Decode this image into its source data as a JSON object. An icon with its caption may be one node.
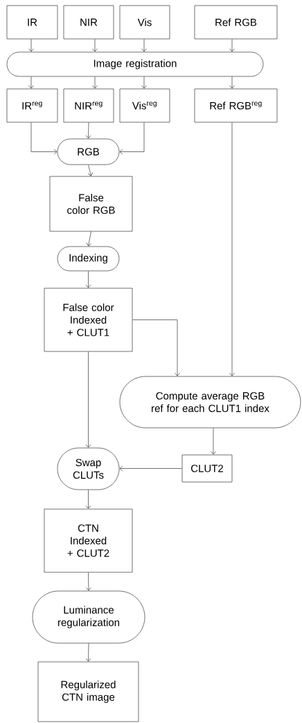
{
  "diagram": {
    "nodes": [
      {
        "text": [
          "IR"
        ]
      },
      {
        "text": [
          "NIR"
        ]
      },
      {
        "text": [
          "Vis"
        ]
      },
      {
        "text": [
          "Ref RGB"
        ]
      },
      {
        "text": [
          "Image registration"
        ]
      },
      {
        "text": [
          "IR$^{reg}$"
        ]
      },
      {
        "text": [
          "NIR$^{reg}$"
        ]
      },
      {
        "text": [
          "Vis$^{reg}$"
        ]
      },
      {
        "text": [
          "Ref RGB$^{reg}$"
        ]
      },
      {
        "text": [
          "RGB"
        ]
      },
      {
        "text": [
          "False color RGB"
        ]
      },
      {
        "text": [
          "Indexing"
        ]
      },
      {
        "text": [
          "False color Indexed + CLUT1"
        ]
      },
      {
        "text": [
          "Compute average RGB ref for each CLUT1 index"
        ]
      },
      {
        "text": [
          "Swap CLUTs"
        ]
      },
      {
        "text": [
          "CLUT2"
        ]
      },
      {
        "text": [
          "CTN Indexed + CLUT2"
        ]
      },
      {
        "text": [
          "Luminance regularization"
        ]
      },
      {
        "text": [
          "Regularized CTN image"
        ]
      }
    ],
    "edges": [
      {
        "from": 0,
        "to": 4,
        "arrow": "to"
      },
      {
        "from": 1,
        "to": 4,
        "arrow": "to"
      },
      {
        "from": 2,
        "to": 4,
        "arrow": "to"
      },
      {
        "from": 3,
        "to": 4,
        "arrow": "to"
      },
      {
        "from": 4,
        "to": 5,
        "arrow": "to"
      },
      {
        "from": 4,
        "to": 6,
        "arrow": "to"
      },
      {
        "from": 4,
        "to": 7,
        "arrow": "to"
      },
      {
        "from": 4,
        "to": 8,
        "arrow": "to"
      },
      {
        "from": 5,
        "to": 9,
        "arrow": "to"
      },
      {
        "from": 6,
        "to": 9,
        "arrow": "to"
      },
      {
        "from": 7,
        "to": 9,
        "arrow": "to"
      },
      {
        "from": 9,
        "to": 10,
        "arrow": "to"
      },
      {
        "from": 10,
        "to": 11,
        "arrow": "to"
      },
      {
        "from": 11,
        "to": 12,
        "arrow": "to"
      },
      {
        "from": 12,
        "to": 13,
        "arrow": "to"
      },
      {
        "from": 8,
        "to": 13,
        "arrow": "to"
      },
      {
        "from": 12,
        "to": 14,
        "arrow": "to"
      },
      {
        "from": 13,
        "to": 15,
        "arrow": "to"
      },
      {
        "from": 15,
        "to": 14,
        "arrow": "to"
      },
      {
        "from": 14,
        "to": 16,
        "arrow": "to"
      },
      {
        "from": 16,
        "to": 17,
        "arrow": "to"
      },
      {
        "from": 17,
        "to": 18,
        "arrow": "to"
      }
    ]
  }
}
